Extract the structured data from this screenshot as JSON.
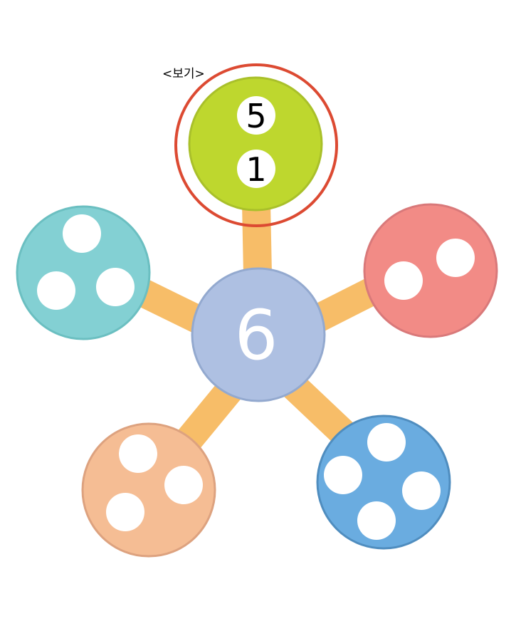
{
  "example_label": "<보기>",
  "center_number": "6",
  "example_numbers": [
    "5",
    "1"
  ],
  "colors": {
    "center": "#aec0e2",
    "example": "#bed72e",
    "highlight_ring": "#dc4a32",
    "connector": "#f7bd68",
    "teal": "#83d0d3",
    "pink": "#f28b86",
    "peach": "#f5bd94",
    "blue": "#6aace0"
  },
  "petals": [
    {
      "name": "teal",
      "blank_count": 3
    },
    {
      "name": "pink",
      "blank_count": 2
    },
    {
      "name": "peach",
      "blank_count": 3
    },
    {
      "name": "blue",
      "blank_count": 4
    }
  ]
}
